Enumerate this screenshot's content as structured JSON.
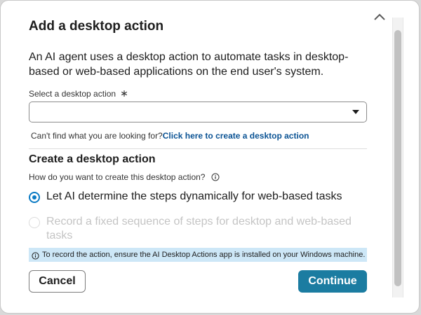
{
  "dialog": {
    "title": "Add a desktop action",
    "description": "An AI agent uses a desktop action to automate tasks in desktop-based or web-based applications on the end user's system."
  },
  "select": {
    "label": "Select a desktop action",
    "required_mark": "∗",
    "value": ""
  },
  "helper": {
    "text": "Can't find what you are looking for?",
    "link": "Click here to create a desktop action"
  },
  "create_section": {
    "title": "Create a desktop action",
    "question": "How do you want to create this desktop action?",
    "options": [
      {
        "label": "Let AI determine the steps dynamically for web-based tasks",
        "checked": true,
        "disabled": false
      },
      {
        "label": "Record a fixed sequence of steps for desktop and web-based tasks",
        "checked": false,
        "disabled": true
      }
    ]
  },
  "info_banner": {
    "text": "To record the action, ensure the AI Desktop Actions app is installed on your Windows machine."
  },
  "buttons": {
    "cancel": "Cancel",
    "continue": "Continue"
  },
  "colors": {
    "accent": "#0b7bc4",
    "primary_button": "#1b7ca1",
    "link": "#0b5394",
    "banner_bg": "#cde7f7",
    "disabled_text": "#c4c4c4"
  },
  "icons": {
    "close": "chevron-up-close-icon",
    "info": "info-icon",
    "dropdown": "caret-down-icon"
  }
}
